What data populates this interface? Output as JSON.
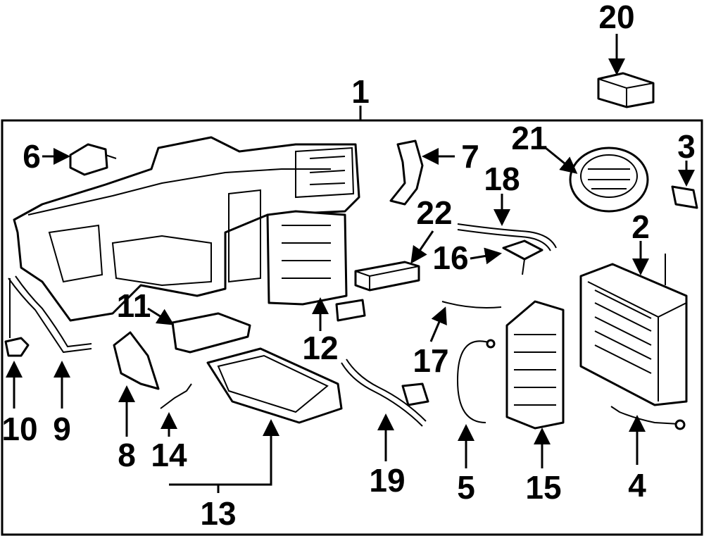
{
  "callouts": {
    "c1": "1",
    "c2": "2",
    "c3": "3",
    "c4": "4",
    "c5": "5",
    "c6": "6",
    "c7": "7",
    "c8": "8",
    "c9": "9",
    "c10": "10",
    "c11": "11",
    "c12": "12",
    "c13": "13",
    "c14": "14",
    "c15": "15",
    "c16": "16",
    "c17": "17",
    "c18": "18",
    "c19": "19",
    "c20": "20",
    "c21": "21",
    "c22": "22"
  },
  "colors": {
    "ink": "#000000",
    "paper": "#ffffff"
  }
}
